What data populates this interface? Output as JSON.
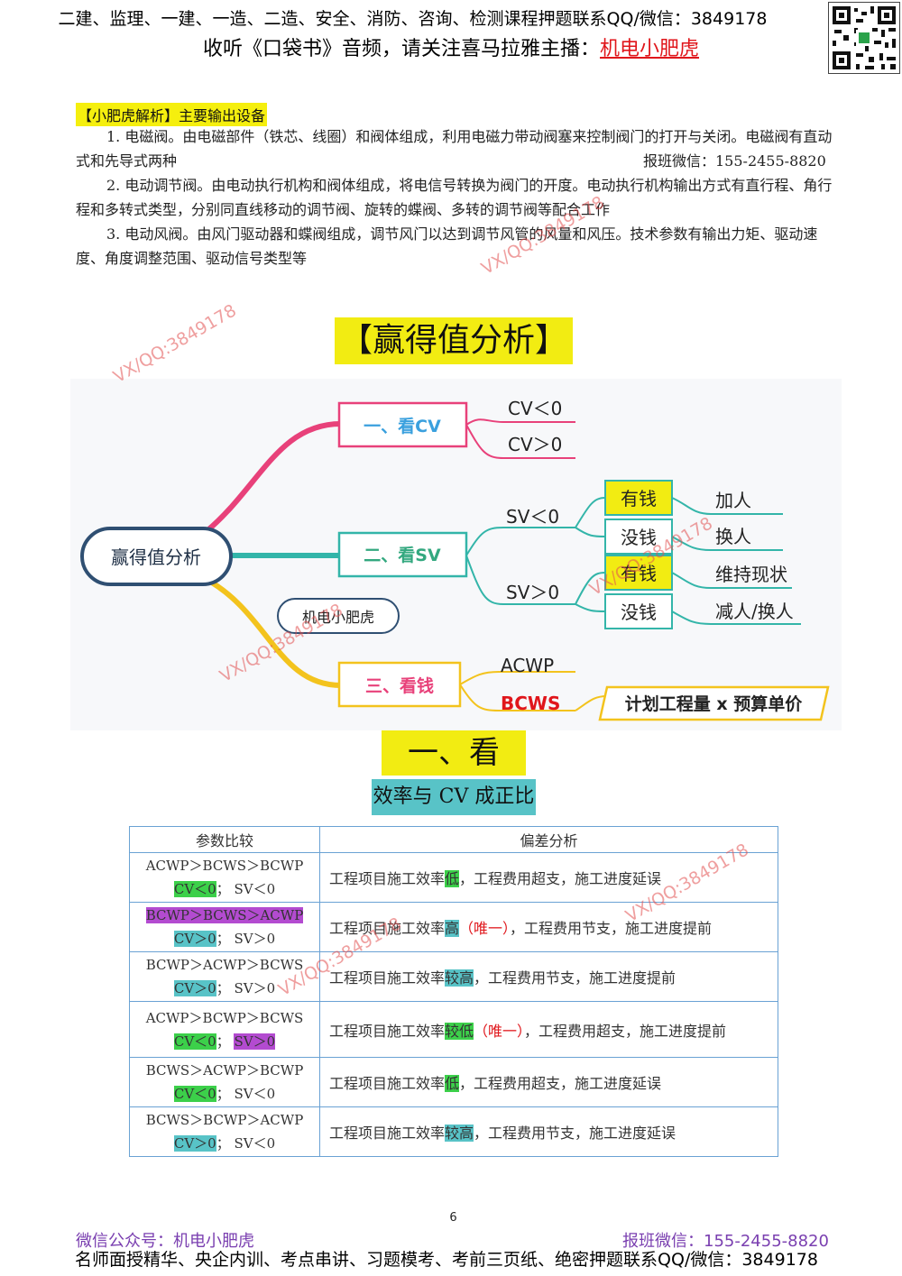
{
  "header": {
    "line1": "二建、监理、一建、一造、二造、安全、消防、咨询、检测课程押题联系QQ/微信：3849178",
    "line2_prefix": "收听《口袋书》音频，请关注喜马拉雅主播：",
    "line2_link": "机电小肥虎"
  },
  "notes": {
    "label": "【小肥虎解析】主要输出设备",
    "p1": "1. 电磁阀。由电磁部件（铁芯、线圈）和阀体组成，利用电磁力带动阀塞来控制阀门的打开与关闭。电磁阀有直动式和先导式两种",
    "p1_right": "报班微信：155-2455-8820",
    "p2": "2. 电动调节阀。由电动执行机构和阀体组成，将电信号转换为阀门的开度。电动执行机构输出方式有直行程、角行程和多转式类型，分别同直线移动的调节阀、旋转的蝶阀、多转的调节阀等配合工作",
    "p3": "3. 电动风阀。由风门驱动器和蝶阀组成，调节风门以达到调节风管的风量和风压。技术参数有输出力矩、驱动速度、角度调整范围、驱动信号类型等"
  },
  "main_title": "【赢得值分析】",
  "mindmap": {
    "root": "赢得值分析",
    "tag": "机电小肥虎",
    "cv": {
      "label": "一、看CV",
      "neg": "CV＜0",
      "pos": "CV＞0"
    },
    "sv": {
      "label": "二、看SV",
      "neg": "SV＜0",
      "pos": "SV＞0",
      "money_yes_1": "有钱",
      "money_no_1": "没钱",
      "money_yes_2": "有钱",
      "money_no_2": "没钱",
      "act1": "加人",
      "act2": "换人",
      "act3": "维持现状",
      "act4": "减人/换人"
    },
    "money": {
      "label": "三、看钱",
      "acwp": "ACWP",
      "bcws": "BCWS",
      "formula": "计划工程量 x 预算单价"
    }
  },
  "section": {
    "title": "一、看 CV",
    "subtitle": "效率与 CV 成正比"
  },
  "table": {
    "headers": [
      "参数比较",
      "偏差分析"
    ],
    "rows": [
      {
        "rel": "ACWP＞BCWS＞BCWP",
        "cv": "CV＜0",
        "sv": "SV＜0",
        "a1": "工程项目施工效率",
        "ahl": "低",
        "aunique": "",
        "a2": "，工程费用超支，施工进度延误"
      },
      {
        "rel": "BCWP＞BCWS＞ACWP",
        "cv": "CV＞0",
        "sv": "SV＞0",
        "a1": "工程项目施工效率",
        "ahl": "高",
        "aunique": "（唯一）",
        "a2": "，工程费用节支，施工进度提前"
      },
      {
        "rel": "BCWP＞ACWP＞BCWS",
        "cv": "CV＞0",
        "sv": "SV＞0",
        "a1": "工程项目施工效率",
        "ahl": "较高",
        "aunique": "",
        "a2": "，工程费用节支，施工进度提前"
      },
      {
        "rel": "ACWP＞BCWP＞BCWS",
        "cv": "CV＜0",
        "sv": "SV＞0",
        "a1": "工程项目施工效率",
        "ahl": "较低",
        "aunique": "（唯一）",
        "a2": "，工程费用超支，施工进度提前"
      },
      {
        "rel": "BCWS＞ACWP＞BCWP",
        "cv": "CV＜0",
        "sv": "SV＜0",
        "a1": "工程项目施工效率",
        "ahl": "低",
        "aunique": "",
        "a2": "，工程费用超支，施工进度延误"
      },
      {
        "rel": "BCWS＞BCWP＞ACWP",
        "cv": "CV＞0",
        "sv": "SV＜0",
        "a1": "工程项目施工效率",
        "ahl": "较高",
        "aunique": "",
        "a2": "，工程费用节支，施工进度延误"
      }
    ]
  },
  "page_number": "6",
  "footer": {
    "left": "微信公众号：机电小肥虎",
    "right": "报班微信：155-2455-8820",
    "line2": "名师面授精华、央企内训、考点串讲、习题模考、考前三页纸、绝密押题联系QQ/微信：3849178"
  },
  "watermark": "VX/QQ:3849178"
}
